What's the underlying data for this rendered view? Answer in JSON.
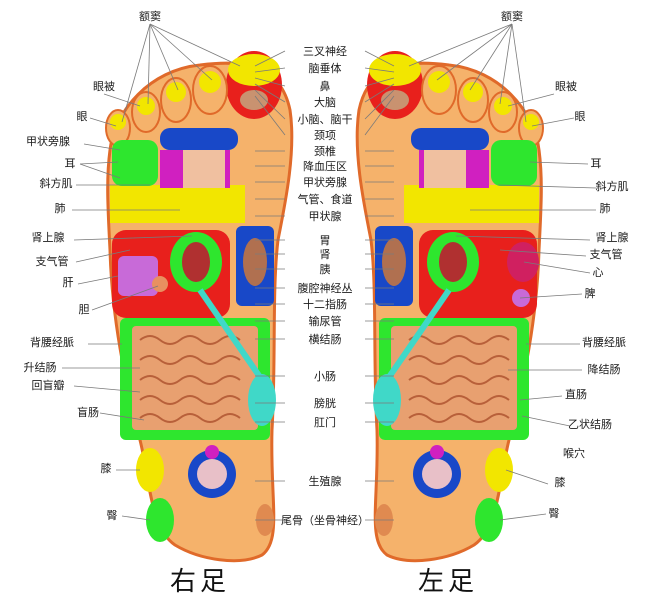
{
  "colors": {
    "sole": "#f5b26b",
    "sole_edge": "#e06a2a",
    "red": "#e8201c",
    "yellow": "#f2e600",
    "green": "#2ee62e",
    "blue": "#1848c8",
    "magenta": "#d020c0",
    "cyan": "#40d8c8",
    "intestine": "#e8a070"
  },
  "labels": {
    "top_center": [
      "三叉神经",
      "脑垂体",
      "鼻",
      "大脑",
      "小脑、脑干",
      "颈项",
      "颈椎",
      "降血压区",
      "甲状旁腺",
      "气管、食道",
      "甲状腺",
      "胃",
      "肾",
      "胰",
      "腹腔神经丛",
      "十二指肠",
      "输尿管",
      "横结肠",
      "小肠",
      "膀胱",
      "肛门",
      "生殖腺",
      "尾骨（坐骨神经）"
    ],
    "right_foot_side": [
      "额窦",
      "眼被",
      "眼",
      "甲状旁腺",
      "耳",
      "斜方肌",
      "肺",
      "肾上腺",
      "支气管",
      "肝",
      "胆",
      "背腰经脈",
      "升结肠",
      "回盲瓣",
      "盲肠",
      "膝",
      "臀"
    ],
    "left_foot_side": [
      "额窦",
      "眼被",
      "眼",
      "耳",
      "斜方肌",
      "肺",
      "肾上腺",
      "支气管",
      "心",
      "脾",
      "背腰经脈",
      "降结肠",
      "直肠",
      "乙状结肠",
      "喉穴",
      "膝",
      "臀"
    ]
  },
  "titles": {
    "right": "右足",
    "left": "左足"
  }
}
